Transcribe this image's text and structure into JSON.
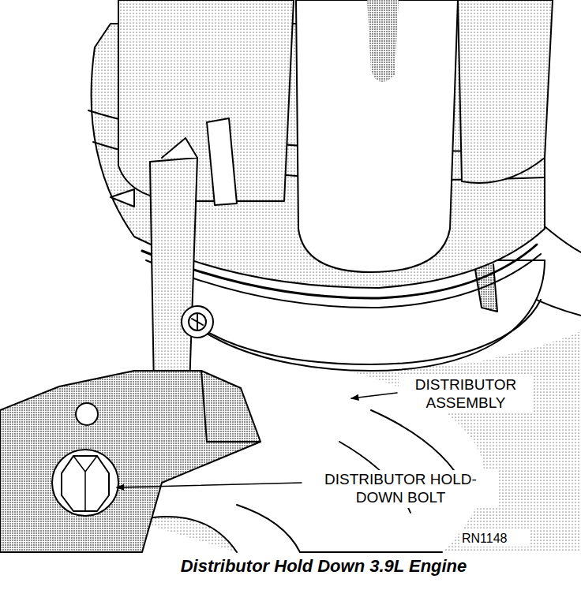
{
  "diagram": {
    "caption": "Distributor Hold Down 3.9L Engine",
    "labels": [
      "DISTRIBUTOR ASSEMBLY",
      "DISTRIBUTOR HOLD- DOWN BOLT",
      "RN1148"
    ]
  }
}
